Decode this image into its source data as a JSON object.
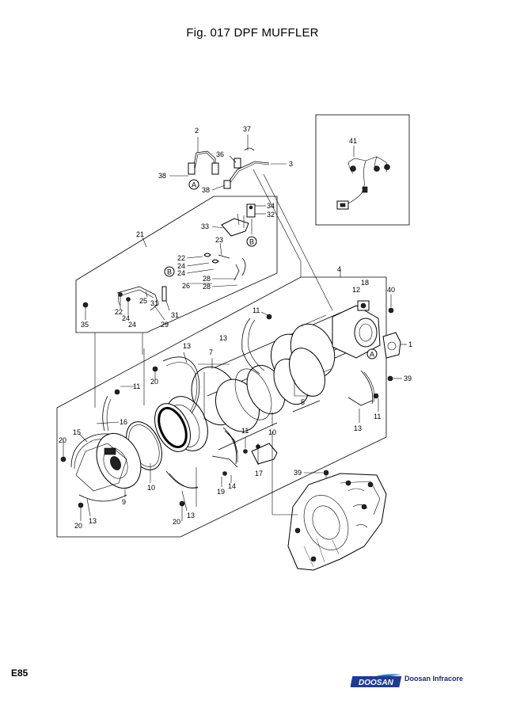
{
  "title": "Fig. 017 DPF MUFFLER",
  "page_code": "E85",
  "logo": {
    "brand": "DOOSAN",
    "subtitle": "Doosan Infracore",
    "brand_color": "#1f3c93",
    "accent_color": "#2f6fd0"
  },
  "callouts": {
    "c2": "2",
    "c37": "37",
    "c36": "36",
    "c3": "3",
    "c38a": "38",
    "c38b": "38",
    "ca1": "A",
    "c41": "41",
    "c34": "34",
    "c32": "32",
    "c33": "33",
    "cb1": "B",
    "c21": "21",
    "c23": "23",
    "c22": "22",
    "c24a": "24",
    "c24b": "24",
    "c28a": "28",
    "c28b": "28",
    "c26": "26",
    "cb2": "B",
    "c4": "4",
    "c18": "18",
    "c12": "12",
    "c40": "40",
    "c25": "25",
    "c31a": "31",
    "c31b": "31",
    "c22b": "22",
    "c24c": "24",
    "c24d": "24",
    "c29": "29",
    "c35": "35",
    "c11a": "11",
    "c13a": "13",
    "c13b": "13",
    "c7": "7",
    "c1": "1",
    "ca2": "A",
    "c39a": "39",
    "c20a": "20",
    "c11b": "11",
    "c5": "5",
    "c11c": "11",
    "c13c": "13",
    "c16": "16",
    "c15": "15",
    "c20b": "20",
    "c10a": "10",
    "c11d": "11",
    "c17": "17",
    "c14": "14",
    "c19": "19",
    "c39b": "39",
    "c9": "9",
    "c10b": "10",
    "c13d": "13",
    "c20c": "20",
    "c13e": "13",
    "c20d": "20"
  }
}
